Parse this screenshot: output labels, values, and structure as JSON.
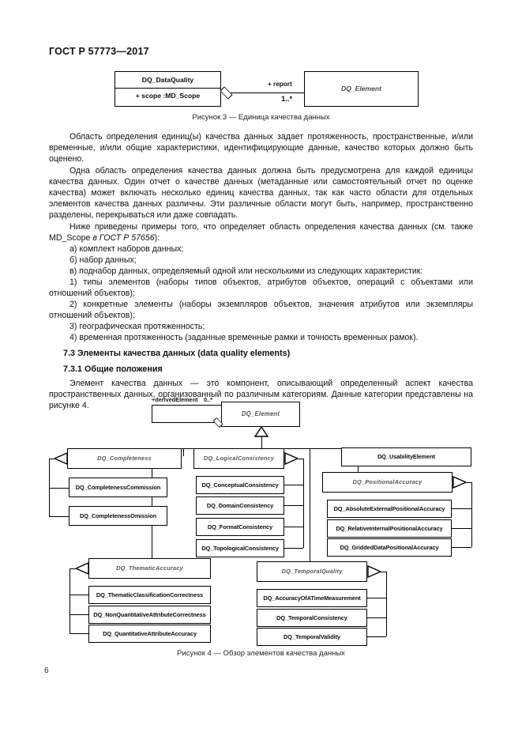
{
  "document": {
    "header": "ГОСТ Р 57773—2017",
    "page_number": "6"
  },
  "figure3": {
    "caption": "Рисунок 3 — Единица качества данных",
    "classes": [
      {
        "name": "DQ_DataQuality",
        "abstract": false,
        "attribute": "+ scope  :MD_Scope"
      },
      {
        "name": "DQ_Element",
        "abstract": true
      }
    ],
    "association": {
      "role": "+ report",
      "multiplicity": "1..*"
    }
  },
  "body": {
    "para1": "Область определения единиц(ы) качества данных задает протяженность, пространственные, и/или временные, и/или общие характеристики, идентифицирующие данные, качество которых должно быть оценено.",
    "para2": "Одна область определения качества данных должна быть предусмотрена для каждой единицы качества данных. Один отчет о качестве данных (метаданные или самостоятельный отчет по оценке качества) может включать несколько единиц качества данных, так как часто области для отдельных элементов качества данных различны. Эти различные области могут быть, например, пространственно разделены, перекрываться или даже совпадать.",
    "para3_prefix": "Ниже приведены примеры того, что определяет область определения качества данных (см. также MD_Scope ",
    "para3_italic": "в ГОСТ Р 57656",
    "para3_suffix": "):",
    "list": [
      "а) комплект наборов данных;",
      "б) набор данных;",
      "в) поднабор данных, определяемый одной или несколькими из следующих характеристик:",
      "1) типы элементов (наборы типов объектов, атрибутов объектов, операций с объектами или отношений объектов);",
      "2) конкретные элементы (наборы экземпляров объектов, значения атрибутов или экземпляры отношений объектов);",
      "3) географическая протяженность;",
      "4) временная протяженность (заданные временные рамки и точность временных рамок)."
    ],
    "heading_73": "7.3  Элементы качества данных (data quality elements)",
    "heading_731": "7.3.1  Общие положения",
    "para4": "Элемент качества данных — это компонент, описывающий определенный аспект качества пространственных данных, организованный по различным категориям. Данные категории представлены на рисунке 4."
  },
  "figure4": {
    "caption": "Рисунок 4 — Обзор элементов качества данных",
    "root": {
      "name": "DQ_Element",
      "abstract": true
    },
    "self_association": {
      "role": "+derivedElement",
      "multiplicity": "0..*"
    },
    "categories": [
      {
        "name": "DQ_Completeness",
        "abstract": true,
        "children": [
          "DQ_CompletenessCommission",
          "DQ_CompletenessOmission"
        ]
      },
      {
        "name": "DQ_LogicalConsistency",
        "abstract": true,
        "children": [
          "DQ_ConceptualConsistency",
          "DQ_DomainConsistency",
          "DQ_FormatConsistency",
          "DQ_TopologicalConsistency"
        ]
      },
      {
        "name": "DQ_UsabilityElement",
        "abstract": false,
        "children": []
      },
      {
        "name": "DQ_PositionalAccuracy",
        "abstract": true,
        "children": [
          "DQ_AbsoluteExternalPositionalAccuracy",
          "DQ_RelativeInternalPositionalAccuracy",
          "DQ_GriddedDataPositionalAccuracy"
        ]
      },
      {
        "name": "DQ_ThematicAccuracy",
        "abstract": true,
        "children": [
          "DQ_ThematicClassificationCorrectness",
          "DQ_NonQuantitativeAttributeCorrectness",
          "DQ_QuantitativeAttributeAccuracy"
        ]
      },
      {
        "name": "DQ_TemporalQuality",
        "abstract": true,
        "children": [
          "DQ_AccuracyOfATimeMeasurement",
          "DQ_TemporalConsistency",
          "DQ_TemporalValidity"
        ]
      }
    ]
  }
}
